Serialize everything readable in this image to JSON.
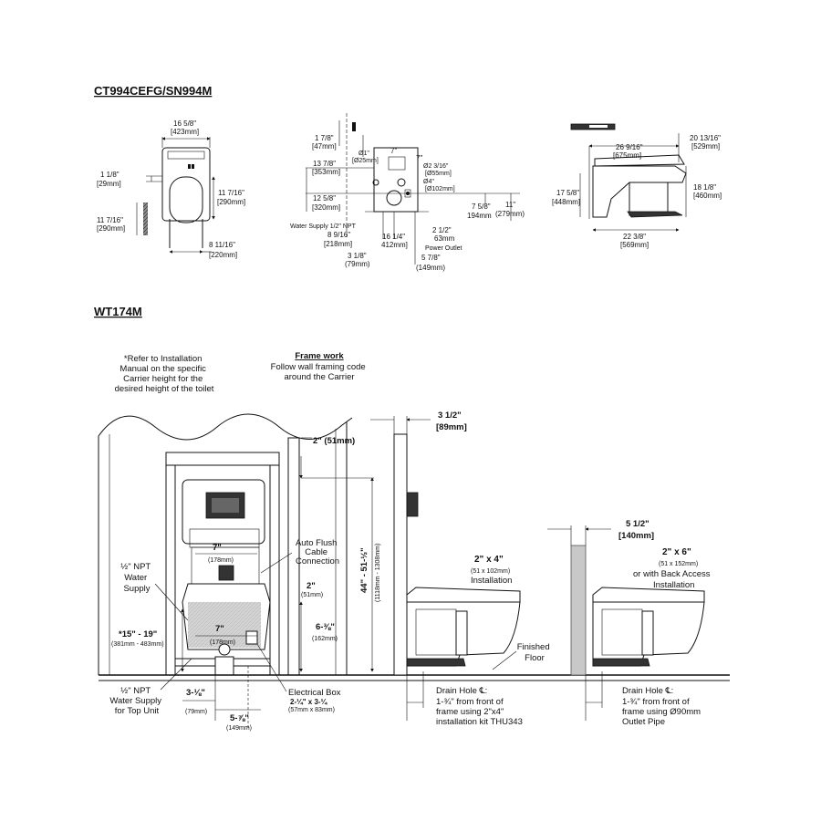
{
  "top": {
    "title": "CT994CEFG/SN994M",
    "front": {
      "width": "16 5/8\"",
      "width_mm": "[423mm]",
      "d1": "1 1/8\"",
      "d1_mm": "[29mm]",
      "d2": "11 7/16\"",
      "d2_mm": "[290mm]",
      "d3": "11 7/16\"",
      "d3_mm": "[290mm]",
      "d4": "8 11/16\"",
      "d4_mm": "[220mm]"
    },
    "side_detail": {
      "a": "1 7/8\"",
      "a_mm": "[47mm]",
      "b": "13 7/8\"",
      "b_mm": "[353mm]",
      "c": "12 5/8\"",
      "c_mm": "[320mm]",
      "d": "8 9/16\"",
      "d_mm": "[218mm]",
      "e": "16 1/4\"",
      "e_mm": "412mm]",
      "f": "3 1/8\"",
      "f_mm": "(79mm)",
      "g": "5 7/8\"",
      "g_mm": "(149mm)",
      "h": "2 1/2\"",
      "h_mm": "63mm",
      "i": "7 5/8\"",
      "i_mm": "194mm",
      "j": "11\"",
      "j_mm": "(279mm)",
      "phi1": "Ø1\"",
      "phi1_mm": "[Ø25mm]",
      "phi2": "Ø2 3/16\"",
      "phi2_mm": "[Ø55mm]",
      "phi3": "Ø4\"",
      "phi3_mm": "[Ø102mm]",
      "seven1": "7\"",
      "seven2": "7\"",
      "water": "Water Supply 1/2\" NPT",
      "power": "Power Outlet"
    },
    "side": {
      "a": "26 9/16\"",
      "a_mm": "[675mm]",
      "b": "20 13/16\"",
      "b_mm": "[529mm]",
      "c": "17 5/8\"",
      "c_mm": "[448mm]",
      "d": "18 1/8\"",
      "d_mm": "[460mm]",
      "e": "22 3/8\"",
      "e_mm": "[569mm]"
    }
  },
  "bottom": {
    "title": "WT174M",
    "note1": [
      "*Refer to Installation",
      "Manual on the specific",
      "Carrier height for the",
      "desired  height of the toilet"
    ],
    "note2_title": "Frame work",
    "note2": [
      "Follow wall framing code",
      "around the Carrier"
    ],
    "dim_2in_top": "2\" (51mm)",
    "dim_44": "44\" - 51-½\"",
    "dim_44_mm": "(1118mm - 1308mm)",
    "dim_7_top": "7\"",
    "dim_7_top_mm": "(178mm)",
    "dim_2_mid": "2\"",
    "dim_2_mid_mm": "(51mm)",
    "dim_7_low": "7\"",
    "dim_7_low_mm": "(178mm)",
    "dim_6": "6-⅜\"",
    "dim_6_mm": "(162mm)",
    "auto_flush": [
      "Auto Flush",
      "Cable",
      "Connection"
    ],
    "npt_water": [
      "½\" NPT",
      "Water",
      "Supply"
    ],
    "dim_15": "*15\" - 19\"",
    "dim_15_mm": "(381mm - 483mm)",
    "npt_top": [
      "½\" NPT",
      "Water Supply",
      "for Top Unit"
    ],
    "dim_3": "3-⅛\"",
    "dim_3_mm": "(79mm)",
    "dim_5": "5-⅞\"",
    "dim_5_mm": "(149mm)",
    "elec_box": "Electrical Box",
    "elec_size": "2-¼\" x 3-¼",
    "elec_size_mm": "(57mm x 83mm)",
    "wall1": "3 1/2\"",
    "wall1_mm": "[89mm]",
    "install1": "2\" x 4\"",
    "install1_mm": "(51 x 102mm)",
    "install1_label": "Installation",
    "finished": [
      "Finished",
      "Floor"
    ],
    "drain1_title": "Drain Hole ℄:",
    "drain1": [
      "1-¾\" from front of",
      "frame using 2\"x4\"",
      "installation kit THU343"
    ],
    "wall2": "5 1/2\"",
    "wall2_mm": "[140mm]",
    "install2": "2\" x 6\"",
    "install2_mm": "(51 x 152mm)",
    "install2_alt": "or with Back Access",
    "install2_label": "Installation",
    "drain2_title": "Drain Hole ℄:",
    "drain2": [
      "1-¾\" from front of",
      "frame using Ø90mm",
      "Outlet Pipe"
    ]
  }
}
